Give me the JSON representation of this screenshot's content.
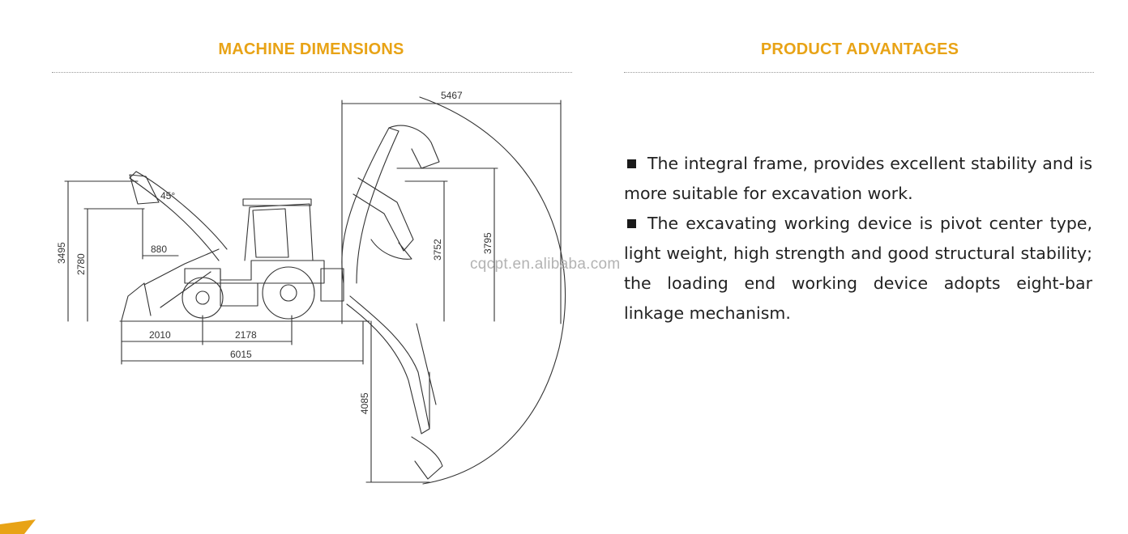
{
  "left_section": {
    "title": "MACHINE DIMENSIONS"
  },
  "right_section": {
    "title": "PRODUCT ADVANTAGES",
    "items": [
      "The integral frame, provides excellent stability and is more suitable for excavation work.",
      "The excavating working device is pivot center type, light weight, high strength and good structural stability; the loading end working device adopts eight-bar linkage mechanism."
    ]
  },
  "drawing": {
    "dimensions": {
      "reach": "5467",
      "total_height": "3495",
      "dump_height": "2780",
      "dump_reach": "880",
      "angle": "45°",
      "excavator_load_height": "3752",
      "excavator_dig_height": "3795",
      "front_overhang": "2010",
      "wheelbase": "2178",
      "overall_length": "6015",
      "dig_depth": "4085"
    }
  },
  "watermark": "cqcpt.en.alibaba.com",
  "colors": {
    "accent": "#e8a316",
    "text": "#222222",
    "line": "#333333"
  }
}
